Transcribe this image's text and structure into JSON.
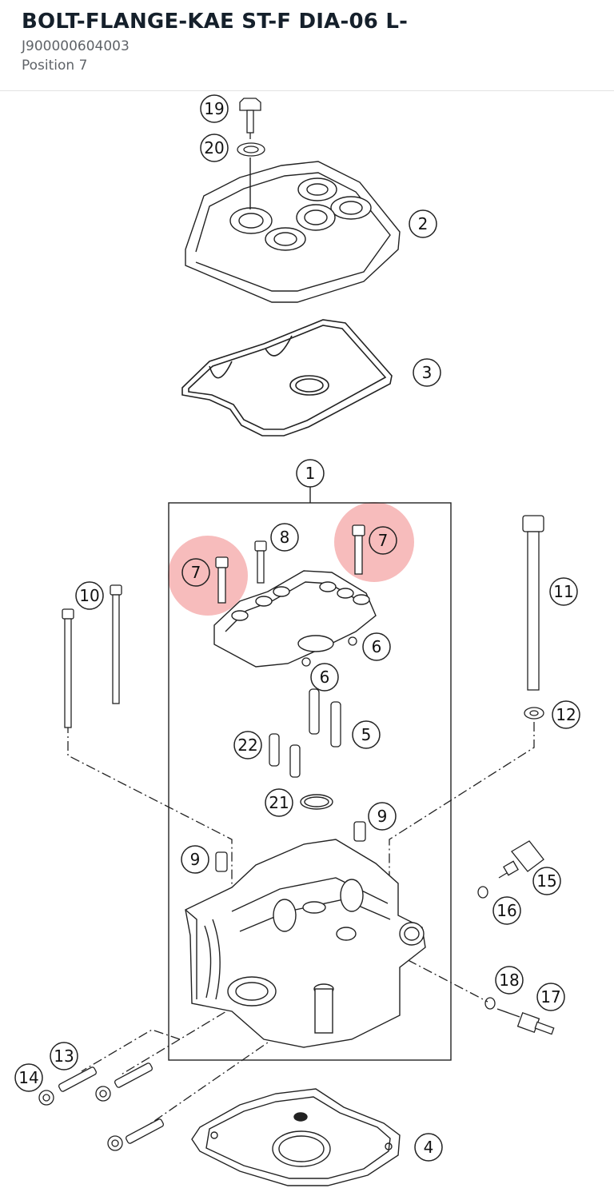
{
  "header": {
    "title": "BOLT-FLANGE-KAE ST-F DIA-06 L-",
    "part_number": "J900000604003",
    "position": "Position 7"
  },
  "diagram": {
    "highlight_color": "#f4a6a6",
    "callouts": [
      "19",
      "20",
      "2",
      "3",
      "1",
      "8",
      "7",
      "7",
      "10",
      "11",
      "6",
      "6",
      "12",
      "5",
      "22",
      "21",
      "9",
      "9",
      "15",
      "16",
      "18",
      "17",
      "13",
      "14",
      "4"
    ]
  }
}
